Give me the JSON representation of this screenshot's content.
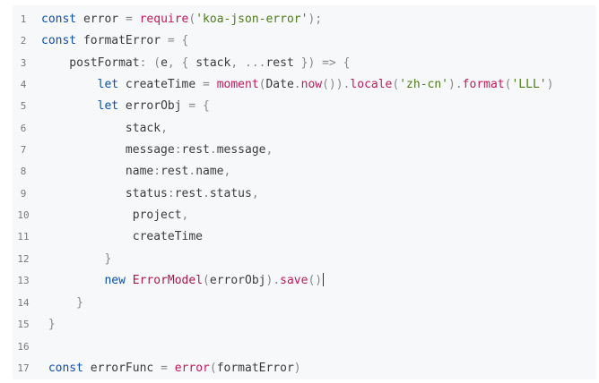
{
  "editor": {
    "colors": {
      "background": "#f6f8fa",
      "keyword": "#0c4fb0",
      "function": "#c2185b",
      "string": "#4f7a1a",
      "operator": "#888888",
      "class": "#a8174b",
      "text": "#3b3b3b",
      "line_number": "#7a7a7a"
    },
    "lines": [
      {
        "num": "1",
        "tokens": [
          {
            "t": "kw",
            "v": "const"
          },
          {
            "t": "txt",
            "v": " error "
          },
          {
            "t": "op",
            "v": "="
          },
          {
            "t": "txt",
            "v": " "
          },
          {
            "t": "fn",
            "v": "require"
          },
          {
            "t": "op",
            "v": "("
          },
          {
            "t": "str",
            "v": "'koa-json-error'"
          },
          {
            "t": "op",
            "v": ");"
          }
        ]
      },
      {
        "num": "2",
        "tokens": [
          {
            "t": "kw",
            "v": "const"
          },
          {
            "t": "txt",
            "v": " formatError "
          },
          {
            "t": "op",
            "v": "="
          },
          {
            "t": "op",
            "v": " {"
          }
        ]
      },
      {
        "num": "3",
        "tokens": [
          {
            "t": "txt",
            "v": "    postFormat"
          },
          {
            "t": "op",
            "v": ":"
          },
          {
            "t": "txt",
            "v": " "
          },
          {
            "t": "op",
            "v": "("
          },
          {
            "t": "txt",
            "v": "e"
          },
          {
            "t": "op",
            "v": ","
          },
          {
            "t": "txt",
            "v": " "
          },
          {
            "t": "op",
            "v": "{"
          },
          {
            "t": "txt",
            "v": " stack"
          },
          {
            "t": "op",
            "v": ","
          },
          {
            "t": "txt",
            "v": " "
          },
          {
            "t": "op",
            "v": "..."
          },
          {
            "t": "txt",
            "v": "rest "
          },
          {
            "t": "op",
            "v": "})"
          },
          {
            "t": "txt",
            "v": " "
          },
          {
            "t": "op",
            "v": "=>"
          },
          {
            "t": "txt",
            "v": " "
          },
          {
            "t": "op",
            "v": "{"
          }
        ]
      },
      {
        "num": "4",
        "tokens": [
          {
            "t": "txt",
            "v": "        "
          },
          {
            "t": "kw",
            "v": "let"
          },
          {
            "t": "txt",
            "v": " createTime "
          },
          {
            "t": "op",
            "v": "="
          },
          {
            "t": "txt",
            "v": " "
          },
          {
            "t": "fn",
            "v": "moment"
          },
          {
            "t": "op",
            "v": "("
          },
          {
            "t": "txt",
            "v": "Date"
          },
          {
            "t": "op",
            "v": "."
          },
          {
            "t": "fn",
            "v": "now"
          },
          {
            "t": "op",
            "v": "())."
          },
          {
            "t": "fn",
            "v": "locale"
          },
          {
            "t": "op",
            "v": "("
          },
          {
            "t": "str",
            "v": "'zh-cn'"
          },
          {
            "t": "op",
            "v": ")."
          },
          {
            "t": "fn",
            "v": "format"
          },
          {
            "t": "op",
            "v": "("
          },
          {
            "t": "str",
            "v": "'LLL'"
          },
          {
            "t": "op",
            "v": ")"
          }
        ]
      },
      {
        "num": "5",
        "tokens": [
          {
            "t": "txt",
            "v": "        "
          },
          {
            "t": "kw",
            "v": "let"
          },
          {
            "t": "txt",
            "v": " errorObj "
          },
          {
            "t": "op",
            "v": "="
          },
          {
            "t": "op",
            "v": " {"
          }
        ]
      },
      {
        "num": "6",
        "tokens": [
          {
            "t": "txt",
            "v": "            stack"
          },
          {
            "t": "op",
            "v": ","
          }
        ]
      },
      {
        "num": "7",
        "tokens": [
          {
            "t": "txt",
            "v": "            message"
          },
          {
            "t": "op",
            "v": ":"
          },
          {
            "t": "txt",
            "v": "rest"
          },
          {
            "t": "op",
            "v": "."
          },
          {
            "t": "txt",
            "v": "message"
          },
          {
            "t": "op",
            "v": ","
          }
        ]
      },
      {
        "num": "8",
        "tokens": [
          {
            "t": "txt",
            "v": "            name"
          },
          {
            "t": "op",
            "v": ":"
          },
          {
            "t": "txt",
            "v": "rest"
          },
          {
            "t": "op",
            "v": "."
          },
          {
            "t": "txt",
            "v": "name"
          },
          {
            "t": "op",
            "v": ","
          }
        ]
      },
      {
        "num": "9",
        "tokens": [
          {
            "t": "txt",
            "v": "            status"
          },
          {
            "t": "op",
            "v": ":"
          },
          {
            "t": "txt",
            "v": "rest"
          },
          {
            "t": "op",
            "v": "."
          },
          {
            "t": "txt",
            "v": "status"
          },
          {
            "t": "op",
            "v": ","
          }
        ]
      },
      {
        "num": "10",
        "tokens": [
          {
            "t": "txt",
            "v": "             project"
          },
          {
            "t": "op",
            "v": ","
          }
        ]
      },
      {
        "num": "11",
        "tokens": [
          {
            "t": "txt",
            "v": "             createTime"
          }
        ]
      },
      {
        "num": "12",
        "tokens": [
          {
            "t": "txt",
            "v": "         "
          },
          {
            "t": "op",
            "v": "}"
          }
        ]
      },
      {
        "num": "13",
        "tokens": [
          {
            "t": "txt",
            "v": "         "
          },
          {
            "t": "kw",
            "v": "new"
          },
          {
            "t": "txt",
            "v": " "
          },
          {
            "t": "cls",
            "v": "ErrorModel"
          },
          {
            "t": "op",
            "v": "("
          },
          {
            "t": "txt",
            "v": "errorObj"
          },
          {
            "t": "op",
            "v": ")."
          },
          {
            "t": "fn",
            "v": "save"
          },
          {
            "t": "op",
            "v": "()"
          }
        ],
        "cursor": true
      },
      {
        "num": "14",
        "tokens": [
          {
            "t": "txt",
            "v": "     "
          },
          {
            "t": "op",
            "v": "}"
          }
        ]
      },
      {
        "num": "15",
        "tokens": [
          {
            "t": "txt",
            "v": " "
          },
          {
            "t": "op",
            "v": "}"
          }
        ]
      },
      {
        "num": "16",
        "tokens": []
      },
      {
        "num": "17",
        "tokens": [
          {
            "t": "txt",
            "v": " "
          },
          {
            "t": "kw",
            "v": "const"
          },
          {
            "t": "txt",
            "v": " errorFunc "
          },
          {
            "t": "op",
            "v": "="
          },
          {
            "t": "txt",
            "v": " "
          },
          {
            "t": "fn",
            "v": "error"
          },
          {
            "t": "op",
            "v": "("
          },
          {
            "t": "txt",
            "v": "formatError"
          },
          {
            "t": "op",
            "v": ")"
          }
        ]
      }
    ]
  }
}
